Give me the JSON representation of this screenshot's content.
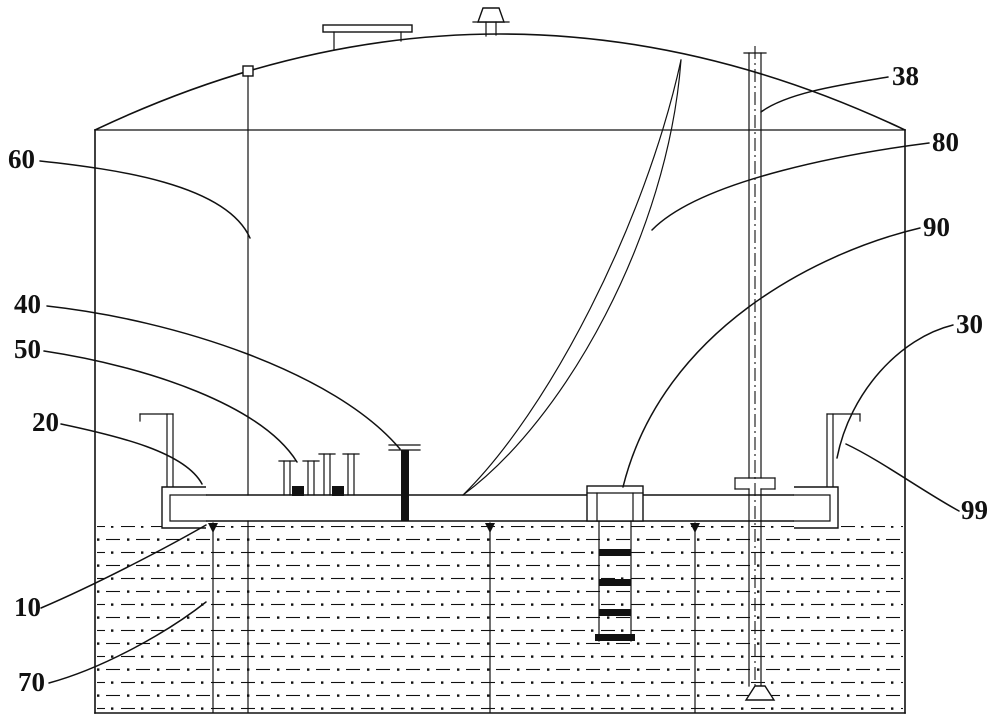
{
  "figure": {
    "colors": {
      "line": "#111111",
      "background": "#ffffff"
    },
    "labels": {
      "n10": "10",
      "n20": "20",
      "n30": "30",
      "n38": "38",
      "n40": "40",
      "n50": "50",
      "n60": "60",
      "n70": "70",
      "n80": "80",
      "n90": "90",
      "n99": "99"
    }
  }
}
